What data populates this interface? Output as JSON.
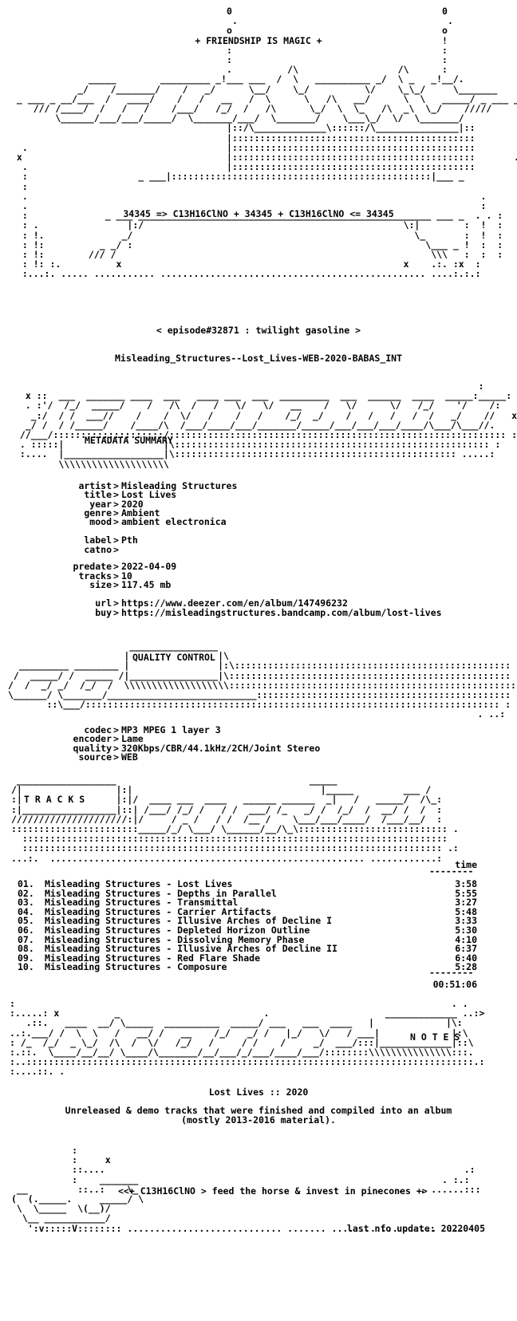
{
  "header": {
    "tagline": "+ FRIENDSHIP IS MAGIC +",
    "formula": "34345 => C13H16ClNO + 34345 + C13H16ClNO <= 34345",
    "episode": "< episode#32871 : twilight gasoline >",
    "release_name": "Misleading_Structures--Lost_Lives-WEB-2020-BABAS_INT"
  },
  "metadata": {
    "section_title": "METADATA SUMMARY",
    "rows": [
      {
        "key": "artist",
        "value": "Misleading Structures"
      },
      {
        "key": "title",
        "value": "Lost Lives"
      },
      {
        "key": "year",
        "value": "2020"
      },
      {
        "key": "genre",
        "value": "Ambient"
      },
      {
        "key": "mood",
        "value": "ambient electronica"
      },
      {
        "key": "label",
        "value": "Pth"
      },
      {
        "key": "catno",
        "value": ""
      },
      {
        "key": "predate",
        "value": "2022-04-09"
      },
      {
        "key": "tracks",
        "value": "10"
      },
      {
        "key": "size",
        "value": "117.45 mb"
      },
      {
        "key": "url",
        "value": "https://www.deezer.com/en/album/147496232"
      },
      {
        "key": "buy",
        "value": "https://misleadingstructures.bandcamp.com/album/lost-lives"
      }
    ]
  },
  "quality": {
    "section_title": "QUALITY CONTROL",
    "rows": [
      {
        "key": "codec",
        "value": "MP3 MPEG 1 layer 3"
      },
      {
        "key": "encoder",
        "value": "Lame"
      },
      {
        "key": "quality",
        "value": "320Kbps/CBR/44.1kHz/2CH/Joint Stereo"
      },
      {
        "key": "source",
        "value": "WEB"
      }
    ]
  },
  "tracks": {
    "section_title": "T R A C K S",
    "time_header": "time",
    "items": [
      {
        "num": "01.",
        "title": "Misleading Structures - Lost Lives",
        "time": "3:58"
      },
      {
        "num": "02.",
        "title": "Misleading Structures - Depths in Parallel",
        "time": "5:55"
      },
      {
        "num": "03.",
        "title": "Misleading Structures - Transmittal",
        "time": "3:27"
      },
      {
        "num": "04.",
        "title": "Misleading Structures - Carrier Artifacts",
        "time": "5:48"
      },
      {
        "num": "05.",
        "title": "Misleading Structures - Illusive Arches of Decline I",
        "time": "3:33"
      },
      {
        "num": "06.",
        "title": "Misleading Structures - Depleted Horizon Outline",
        "time": "5:30"
      },
      {
        "num": "07.",
        "title": "Misleading Structures - Dissolving Memory Phase",
        "time": "4:10"
      },
      {
        "num": "08.",
        "title": "Misleading Structures - Illusive Arches of Decline II",
        "time": "6:37"
      },
      {
        "num": "09.",
        "title": "Misleading Structures - Red Flare Shade",
        "time": "6:40"
      },
      {
        "num": "10.",
        "title": "Misleading Structures - Composure",
        "time": "5:28"
      }
    ],
    "total_time": "00:51:06"
  },
  "notes": {
    "section_title": "N O T E S",
    "heading": "Lost Lives :: 2020",
    "line1": "Unreleased & demo tracks that were finished and compiled into an album",
    "line2": "(mostly 2013-2016 material)."
  },
  "footer": {
    "tagline": "<<+ C13H16ClNO > feed the horse & invest in pinecones +>",
    "last_update": "last nfo update: 20220405"
  }
}
